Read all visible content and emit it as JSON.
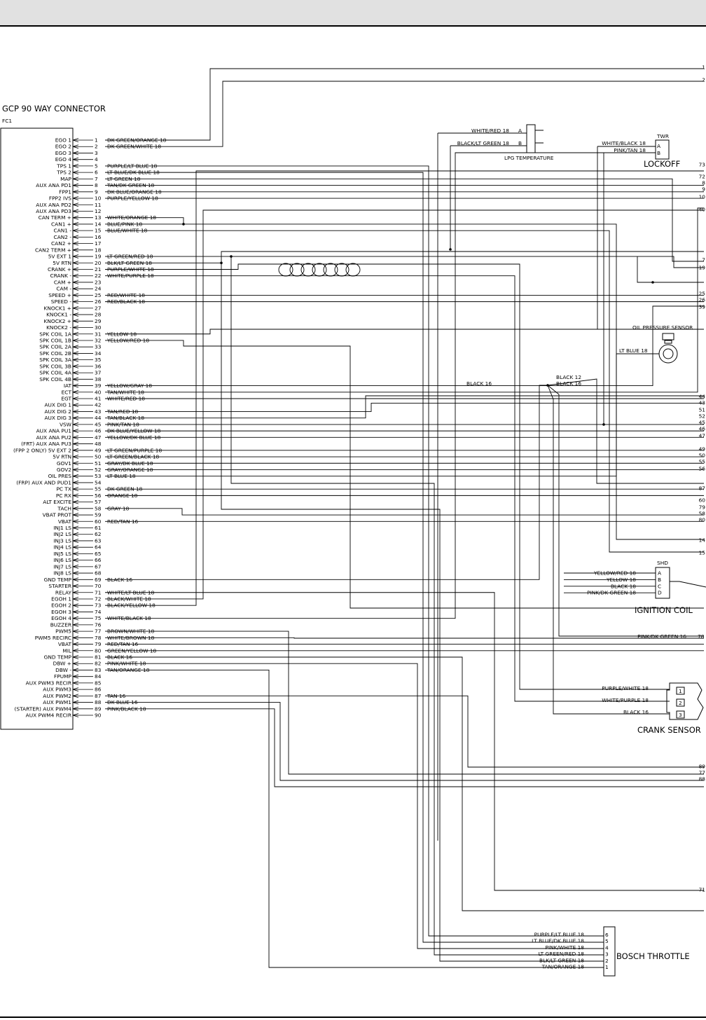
{
  "connector": {
    "title": "GCP 90 WAY CONNECTOR",
    "ref": "FC1",
    "pins": [
      {
        "n": "1",
        "label": "EGO 1",
        "wire": "DK GREEN/ORANGE 18"
      },
      {
        "n": "2",
        "label": "EGO 2",
        "wire": "DK GREEN/WHITE 18"
      },
      {
        "n": "3",
        "label": "EGO 3",
        "wire": ""
      },
      {
        "n": "4",
        "label": "EGO 4",
        "wire": ""
      },
      {
        "n": "5",
        "label": "TPS 1",
        "wire": "PURPLE/LT BLUE 18"
      },
      {
        "n": "6",
        "label": "TPS 2",
        "wire": "LT BLUE/DK BLUE 18"
      },
      {
        "n": "7",
        "label": "MAP",
        "wire": "LT GREEN 18"
      },
      {
        "n": "8",
        "label": "AUX ANA PD1",
        "wire": "TAN/DK GREEN 18"
      },
      {
        "n": "9",
        "label": "FPP1",
        "wire": "DK BLUE/ORANGE 18"
      },
      {
        "n": "10",
        "label": "FPP2 IVS",
        "wire": "PURPLE/YELLOW 18"
      },
      {
        "n": "11",
        "label": "AUX ANA PD2",
        "wire": ""
      },
      {
        "n": "12",
        "label": "AUX ANA PD3",
        "wire": ""
      },
      {
        "n": "13",
        "label": "CAN TERM +",
        "wire": "WHITE/ORANGE 18"
      },
      {
        "n": "14",
        "label": "CAN1 +",
        "wire": "BLUE/PINK 18"
      },
      {
        "n": "15",
        "label": "CAN1 -",
        "wire": "BLUE/WHITE 18"
      },
      {
        "n": "16",
        "label": "CAN2 -",
        "wire": ""
      },
      {
        "n": "17",
        "label": "CAN2 +",
        "wire": ""
      },
      {
        "n": "18",
        "label": "CAN2 TERM +",
        "wire": ""
      },
      {
        "n": "19",
        "label": "5V EXT 1",
        "wire": "LT GREEN/RED 18"
      },
      {
        "n": "20",
        "label": "5V RTN",
        "wire": "BLK/LT GREEN 18"
      },
      {
        "n": "21",
        "label": "CRANK +",
        "wire": "PURPLE/WHITE 18"
      },
      {
        "n": "22",
        "label": "CRANK -",
        "wire": "WHITE/PURPLE 18"
      },
      {
        "n": "23",
        "label": "CAM +",
        "wire": ""
      },
      {
        "n": "24",
        "label": "CAM -",
        "wire": ""
      },
      {
        "n": "25",
        "label": "SPEED +",
        "wire": "RED/WHITE 18"
      },
      {
        "n": "26",
        "label": "SPEED -",
        "wire": "RED/BLACK 18"
      },
      {
        "n": "27",
        "label": "KNOCK1 +",
        "wire": ""
      },
      {
        "n": "28",
        "label": "KNOCK1 -",
        "wire": ""
      },
      {
        "n": "29",
        "label": "KNOCK2 +",
        "wire": ""
      },
      {
        "n": "30",
        "label": "KNOCK2 -",
        "wire": ""
      },
      {
        "n": "31",
        "label": "SPK COIL 1A",
        "wire": "YELLOW 18"
      },
      {
        "n": "32",
        "label": "SPK COIL 1B",
        "wire": "YELLOW/RED 18"
      },
      {
        "n": "33",
        "label": "SPK COIL 2A",
        "wire": ""
      },
      {
        "n": "34",
        "label": "SPK COIL 2B",
        "wire": ""
      },
      {
        "n": "35",
        "label": "SPK COIL 3A",
        "wire": ""
      },
      {
        "n": "36",
        "label": "SPK COIL 3B",
        "wire": ""
      },
      {
        "n": "37",
        "label": "SPK COIL 4A",
        "wire": ""
      },
      {
        "n": "38",
        "label": "SPK COIL 4B",
        "wire": ""
      },
      {
        "n": "39",
        "label": "IAT",
        "wire": "YELLOW/GRAY 18"
      },
      {
        "n": "40",
        "label": "ECT",
        "wire": "TAN/WHITE 18"
      },
      {
        "n": "41",
        "label": "EGT",
        "wire": "WHITE/RED 18"
      },
      {
        "n": "42",
        "label": "AUX DIG 1",
        "wire": ""
      },
      {
        "n": "43",
        "label": "AUX DIG 2",
        "wire": "TAN/RED 18"
      },
      {
        "n": "44",
        "label": "AUX DIG 3",
        "wire": "TAN/BLACK 18"
      },
      {
        "n": "45",
        "label": "VSW",
        "wire": "PINK/TAN 18"
      },
      {
        "n": "46",
        "label": "AUX ANA PU1",
        "wire": "DK BLUE/YELLOW 18"
      },
      {
        "n": "47",
        "label": "AUX ANA PU2",
        "wire": "YELLOW/DK BLUE 18"
      },
      {
        "n": "48",
        "label": "(FRT)  AUX ANA PU3",
        "wire": ""
      },
      {
        "n": "49",
        "label": "(FPP 2 ONLY)  5V EXT 2",
        "wire": "LT GREEN/PURPLE 18"
      },
      {
        "n": "50",
        "label": "5V RTN",
        "wire": "LT GREEN/BLACK 18"
      },
      {
        "n": "51",
        "label": "GOV1",
        "wire": "GRAY/DK BLUE 18"
      },
      {
        "n": "52",
        "label": "GOV2",
        "wire": "GRAY/ORANGE 18"
      },
      {
        "n": "53",
        "label": "OIL PRES",
        "wire": "LT BLUE 18"
      },
      {
        "n": "54",
        "label": "(FRP) AUX AND PUD1",
        "wire": ""
      },
      {
        "n": "55",
        "label": "PC TX",
        "wire": "DK GREEN 18"
      },
      {
        "n": "56",
        "label": "PC RX",
        "wire": "ORANGE 18"
      },
      {
        "n": "57",
        "label": "ALT EXCITE",
        "wire": ""
      },
      {
        "n": "58",
        "label": "TACH",
        "wire": "GRAY 18"
      },
      {
        "n": "59",
        "label": "VBAT PROT",
        "wire": ""
      },
      {
        "n": "60",
        "label": "VBAT",
        "wire": "RED/TAN 16"
      },
      {
        "n": "61",
        "label": "INJ1 LS",
        "wire": ""
      },
      {
        "n": "62",
        "label": "INJ2 LS",
        "wire": ""
      },
      {
        "n": "63",
        "label": "INJ3 LS",
        "wire": ""
      },
      {
        "n": "64",
        "label": "INJ4 LS",
        "wire": ""
      },
      {
        "n": "65",
        "label": "INJ5 LS",
        "wire": ""
      },
      {
        "n": "66",
        "label": "INJ6 LS",
        "wire": ""
      },
      {
        "n": "67",
        "label": "INJ7 LS",
        "wire": ""
      },
      {
        "n": "68",
        "label": "INJ8 LS",
        "wire": ""
      },
      {
        "n": "69",
        "label": "GND TEMP",
        "wire": "BLACK 16"
      },
      {
        "n": "70",
        "label": "STARTER",
        "wire": ""
      },
      {
        "n": "71",
        "label": "RELAY",
        "wire": "WHITE/LT BLUE 18"
      },
      {
        "n": "72",
        "label": "EGOH 1",
        "wire": "BLACK/WHITE 18"
      },
      {
        "n": "73",
        "label": "EGOH 2",
        "wire": "BLACK/YELLOW 18"
      },
      {
        "n": "74",
        "label": "EGOH 3",
        "wire": ""
      },
      {
        "n": "75",
        "label": "EGOH 4",
        "wire": "WHITE/BLACK 18"
      },
      {
        "n": "76",
        "label": "BUZZER",
        "wire": ""
      },
      {
        "n": "77",
        "label": "PWM5",
        "wire": "BROWN/WHITE 18"
      },
      {
        "n": "78",
        "label": "PWM5 RECIRC",
        "wire": "WHITE/BROWN 18"
      },
      {
        "n": "79",
        "label": "VBAT",
        "wire": "RED/TAN 16"
      },
      {
        "n": "80",
        "label": "MIL",
        "wire": "GREEN/YELLOW 18"
      },
      {
        "n": "81",
        "label": "GND TEMP",
        "wire": "BLACK 16"
      },
      {
        "n": "82",
        "label": "DBW +",
        "wire": "PINK/WHITE 18"
      },
      {
        "n": "83",
        "label": "DBW -",
        "wire": "TAN/ORANGE 18"
      },
      {
        "n": "84",
        "label": "FPUMP",
        "wire": ""
      },
      {
        "n": "85",
        "label": "AUX PWM3 RECIR",
        "wire": ""
      },
      {
        "n": "86",
        "label": "AUX PWM3",
        "wire": ""
      },
      {
        "n": "87",
        "label": "AUX PWM2",
        "wire": "TAN 16"
      },
      {
        "n": "88",
        "label": "AUX PWM1",
        "wire": "DK BLUE 16"
      },
      {
        "n": "89",
        "label": "(STARTER)  AUX PWM4",
        "wire": "PINK/BLACK 18"
      },
      {
        "n": "90",
        "label": "AUX PWM4 RECIR",
        "wire": ""
      }
    ]
  },
  "lpg_temp": {
    "title": "LPG TEMPERATURE",
    "wire_a": "WHITE/RED 18",
    "pin_a": "A",
    "wire_b": "BLACK/LT GREEN 18",
    "pin_b": "B"
  },
  "lockoff": {
    "title": "LOCKOFF",
    "ref": "TWR",
    "wire_a": "WHITE/BLACK 18",
    "pin_a": "A",
    "wire_b": "PINK/TAN 18",
    "pin_b": "B"
  },
  "oil_pressure": {
    "title": "OIL PRESSURE SENSOR",
    "wire": "LT BLUE 18"
  },
  "ground_labels": {
    "black12": "BLACK 12",
    "black16": "BLACK 16",
    "black16_left": "BLACK 16"
  },
  "ignition": {
    "title": "IGNITION COIL",
    "ref": "SHD",
    "wires": [
      "YELLOW/RED 18",
      "YELLOW 18",
      "BLACK 18",
      "PINK/DK GREEN 18"
    ],
    "pins": [
      "A",
      "B",
      "C",
      "D"
    ],
    "extra_wire": "PINK/DK GREEN 16",
    "extra_num": "78"
  },
  "crank": {
    "title": "CRANK SENSOR",
    "wires": [
      "PURPLE/WHITE 18",
      "WHITE/PURPLE 18",
      "BLACK 16"
    ],
    "pins": [
      "1",
      "2",
      "3"
    ]
  },
  "throttle": {
    "title": "BOSCH THROTTLE",
    "wires": [
      "PURPLE/LT BLUE 18",
      "LT BLUE/DK BLUE 18",
      "PINK/WHITE 18",
      "LT GREEN/RED 18",
      "BLK/LT GREEN 18",
      "TAN/ORANGE 18"
    ],
    "pins": [
      "6",
      "5",
      "4",
      "3",
      "2",
      "1"
    ]
  },
  "edge_numbers": [
    {
      "t": "1"
    },
    {
      "t": "2"
    },
    {
      "t": "73"
    },
    {
      "t": "72"
    },
    {
      "t": "8"
    },
    {
      "t": "9"
    },
    {
      "t": "10"
    },
    {
      "t": "40"
    },
    {
      "t": "7"
    },
    {
      "t": "19"
    },
    {
      "t": "25"
    },
    {
      "t": "26"
    },
    {
      "t": "39"
    },
    {
      "t": "44"
    },
    {
      "t": "43"
    },
    {
      "t": "51"
    },
    {
      "t": "52"
    },
    {
      "t": "45"
    },
    {
      "t": "46"
    },
    {
      "t": "47"
    },
    {
      "t": "49"
    },
    {
      "t": "50"
    },
    {
      "t": "55"
    },
    {
      "t": "56"
    },
    {
      "t": "87"
    },
    {
      "t": "60"
    },
    {
      "t": "79"
    },
    {
      "t": "58"
    },
    {
      "t": "80"
    },
    {
      "t": "14"
    },
    {
      "t": "15"
    },
    {
      "t": "89"
    },
    {
      "t": "77"
    },
    {
      "t": "88"
    },
    {
      "t": "71"
    }
  ]
}
